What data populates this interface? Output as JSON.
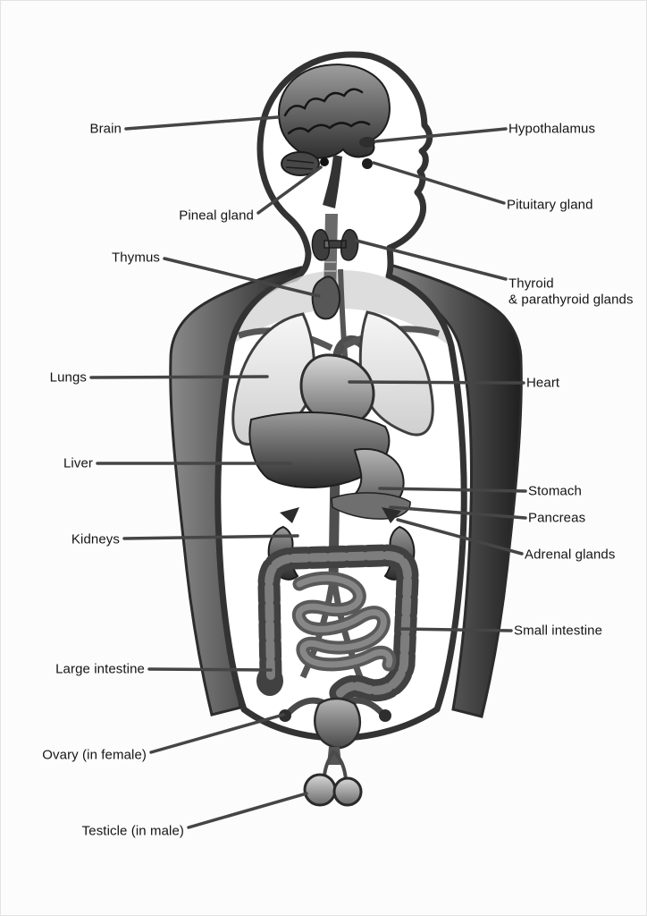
{
  "theme": {
    "background": "#fcfcfc",
    "ink": "#2f2f2f",
    "line": "#454545"
  },
  "diagram": {
    "labels": {
      "brain": "Brain",
      "hypothalamus": "Hypothalamus",
      "pituitary": "Pituitary gland",
      "pineal": "Pineal gland",
      "thymus": "Thymus",
      "thyroid_line1": "Thyroid",
      "thyroid_line2": "& parathyroid glands",
      "lungs": "Lungs",
      "heart": "Heart",
      "liver": "Liver",
      "stomach": "Stomach",
      "pancreas": "Pancreas",
      "adrenal": "Adrenal glands",
      "kidneys": "Kidneys",
      "small_intestine": "Small intestine",
      "large_intestine": "Large intestine",
      "ovary": "Ovary (in female)",
      "testicle": "Testicle (in male)"
    }
  }
}
